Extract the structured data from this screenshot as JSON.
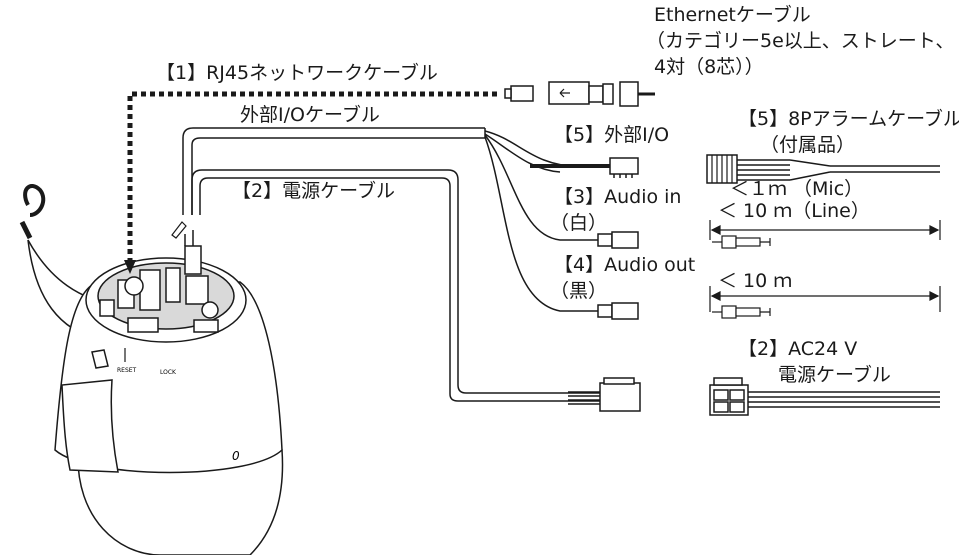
{
  "labels": {
    "ethernet_line1": "Ethernetケーブル",
    "ethernet_line2": "（カテゴリー5e以上、ストレート、",
    "ethernet_line3": "4対（8芯））",
    "rj45": "【1】RJ45ネットワークケーブル",
    "external_io_cable": "外部I/Oケーブル",
    "power_cable": "【2】電源ケーブル",
    "ext_io": "【5】外部I/O",
    "alarm_cable_line1": "【5】8Pアラームケーブル",
    "alarm_cable_line2": "（付属品）",
    "audio_in_line1": "【3】Audio in",
    "audio_in_line2": "（白）",
    "audio_out_line1": "【4】Audio out",
    "audio_out_line2": "（黒）",
    "mic_len": "＜１ｍ （Mic）",
    "line_len": "＜ 10 ｍ（Line）",
    "out_len": "＜ 10 ｍ",
    "ac24_line1": "【2】AC24 V",
    "ac24_line2": "電源ケーブル"
  },
  "camera_marks": {
    "reset": "RESET",
    "lock": "LOCK",
    "logo": "0"
  },
  "colors": {
    "line": "#1a1a1a",
    "camera_fill": "#ffffff",
    "camera_shade": "#d9d9d9"
  }
}
